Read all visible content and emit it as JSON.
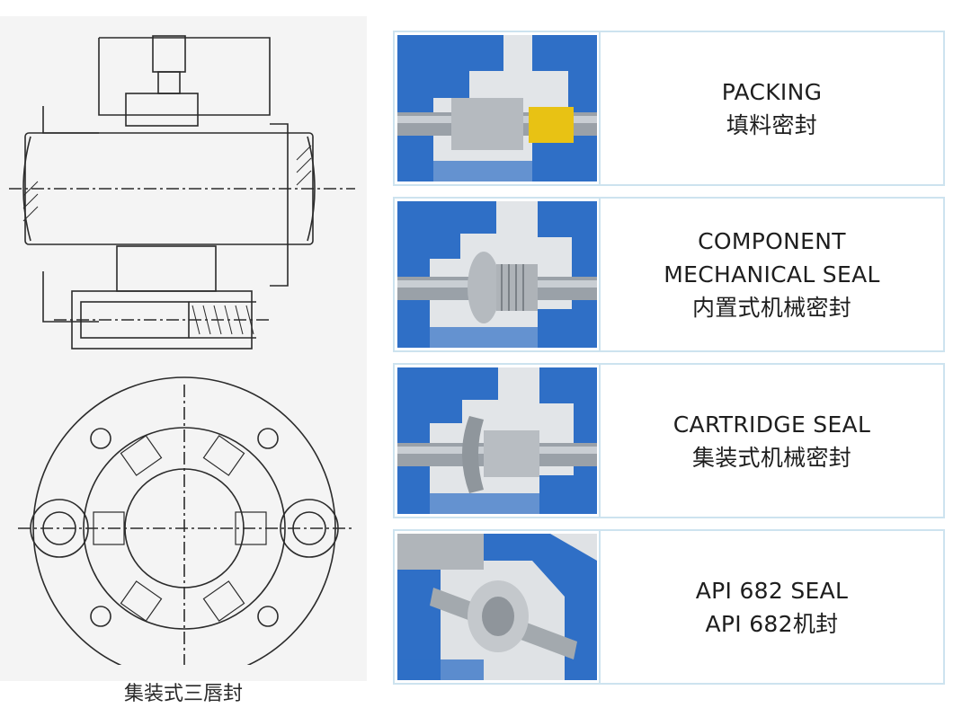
{
  "left": {
    "caption": "集装式三唇封"
  },
  "cards": [
    {
      "icon": "packing-seal-cutaway-image",
      "lines": [
        "PACKING",
        "填料密封"
      ]
    },
    {
      "icon": "component-seal-cutaway-image",
      "lines": [
        "COMPONENT",
        "MECHANICAL SEAL",
        "内置式机械密封"
      ]
    },
    {
      "icon": "cartridge-seal-cutaway-image",
      "lines": [
        "CARTRIDGE SEAL",
        "集装式机械密封"
      ]
    },
    {
      "icon": "api682-seal-cutaway-image",
      "lines": [
        "API 682 SEAL",
        "API 682机封"
      ]
    }
  ],
  "colors": {
    "pump_blue": "#2f6fc6",
    "card_border": "#cde3ef",
    "packing_yellow": "#e8c214"
  }
}
